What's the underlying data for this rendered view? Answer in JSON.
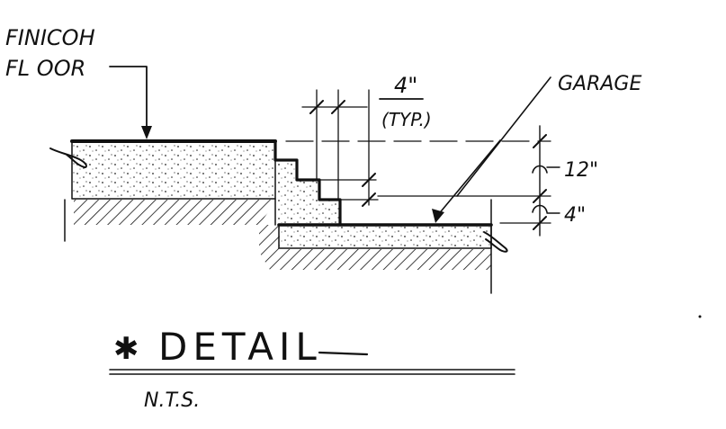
{
  "labels": {
    "finish_line1": "FINICOH",
    "finish_line2": "FL OOR",
    "garage": "GARAGE",
    "step_dim": "4\"",
    "step_dim_note": "(TYP.)",
    "dim_upper": "12\"",
    "dim_lower": "4\""
  },
  "title_block": {
    "symbol": "✱",
    "title": "DETAIL",
    "scale": "N.T.S."
  }
}
